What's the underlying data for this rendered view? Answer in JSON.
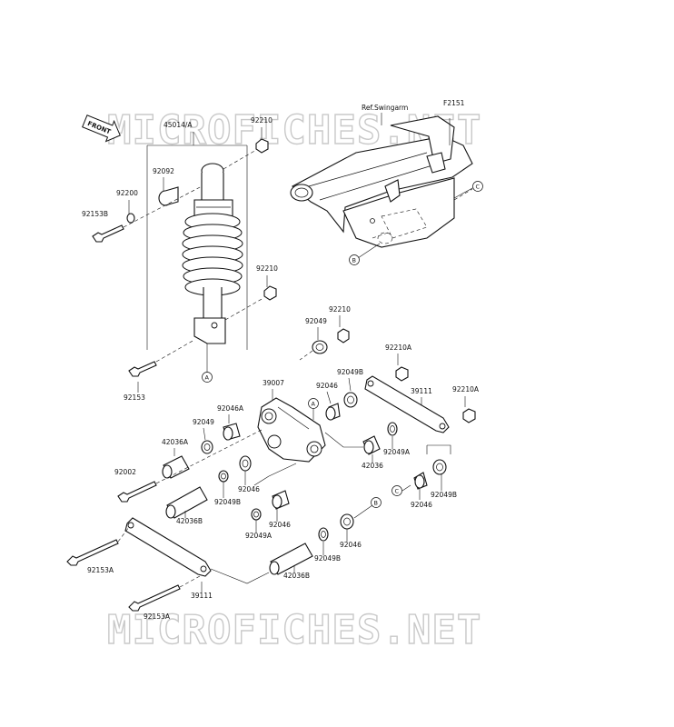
{
  "figure_code": "F2151",
  "ref_note": "Ref.Swingarm",
  "front_label": "FRONT",
  "watermark_top": "MICROFICHES.NET",
  "watermark_bottom": "MICROFICHES.NET",
  "markers": {
    "A": "A",
    "B": "B",
    "C": "C"
  },
  "labels": {
    "p45014A": "45014/A",
    "p92210_top": "92210",
    "p92092": "92092",
    "p92200": "92200",
    "p92153B": "92153B",
    "p92210_mid": "92210",
    "p92153": "92153",
    "p92049_top": "92049",
    "p92210_c": "92210",
    "p92210A_1": "92210A",
    "p39007": "39007",
    "p92049B_1": "92049B",
    "p92046_1": "92046",
    "p39111_r": "39111",
    "p92210A_2": "92210A",
    "p92046A": "92046A",
    "p92049_2": "92049",
    "p42036A": "42036A",
    "p92049A_1": "92049A",
    "p42036": "42036",
    "p92002": "92002",
    "p92046_2": "92046",
    "p92049B_2": "92049B",
    "p92046_3": "92046",
    "p92049B_3": "92049B",
    "p42036B_1": "42036B",
    "p92046_4": "92046",
    "p92049A_2": "92049A",
    "p92046_5": "92046",
    "p92049B_4": "92049B",
    "p92153A_1": "92153A",
    "p42036B_2": "42036B",
    "p39111_l": "39111",
    "p92153A_2": "92153A"
  }
}
